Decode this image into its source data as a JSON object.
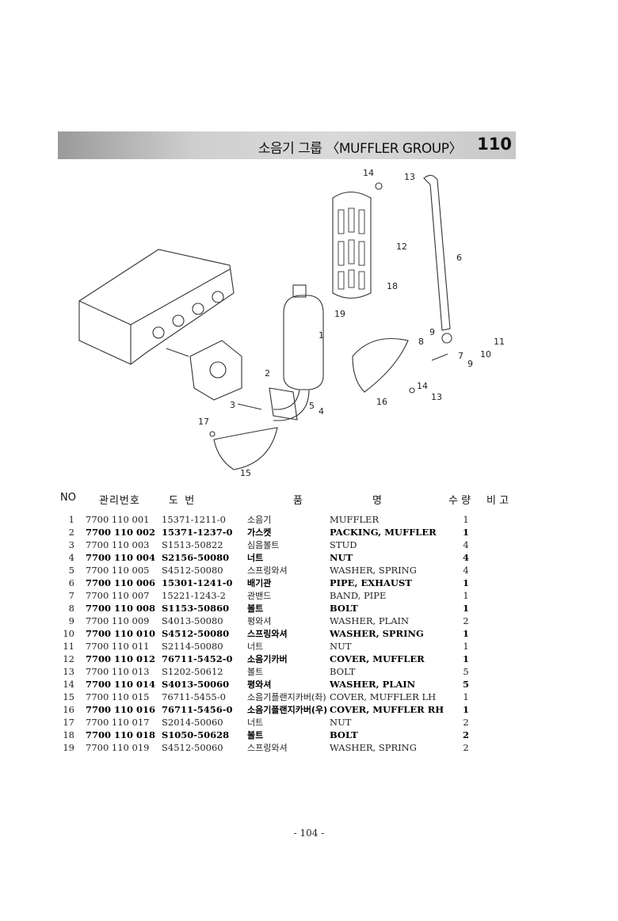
{
  "section": {
    "title": "소음기 그룹 〈MUFFLER GROUP〉",
    "number": "110"
  },
  "diagram": {
    "callouts": [
      "1",
      "2",
      "3",
      "4",
      "5",
      "6",
      "7",
      "8",
      "9",
      "9",
      "10",
      "11",
      "12",
      "13",
      "13",
      "14",
      "14",
      "15",
      "16",
      "17",
      "18",
      "19"
    ]
  },
  "table": {
    "headers": {
      "no": "NO",
      "control_no": "관리번호",
      "part_no": "도  번",
      "name_left": "품",
      "name_right": "명",
      "qty": "수 량",
      "remarks": "비 고"
    },
    "rows": [
      {
        "no": "1",
        "ctrl": "7700 110 001",
        "pn": "15371-1211-0",
        "ko": "소음기",
        "en": "MUFFLER",
        "qty": "1"
      },
      {
        "no": "2",
        "ctrl": "7700 110 002",
        "pn": "15371-1237-0",
        "ko": "가스켓",
        "en": "PACKING, MUFFLER",
        "qty": "1"
      },
      {
        "no": "3",
        "ctrl": "7700 110 003",
        "pn": "S1513-50822",
        "ko": "심음볼트",
        "en": "STUD",
        "qty": "4"
      },
      {
        "no": "4",
        "ctrl": "7700 110 004",
        "pn": "S2156-50080",
        "ko": "너트",
        "en": "NUT",
        "qty": "4"
      },
      {
        "no": "5",
        "ctrl": "7700 110 005",
        "pn": "S4512-50080",
        "ko": "스프링와셔",
        "en": "WASHER, SPRING",
        "qty": "4"
      },
      {
        "no": "6",
        "ctrl": "7700 110 006",
        "pn": "15301-1241-0",
        "ko": "배기관",
        "en": "PIPE, EXHAUST",
        "qty": "1"
      },
      {
        "no": "7",
        "ctrl": "7700 110 007",
        "pn": "15221-1243-2",
        "ko": "관밴드",
        "en": "BAND, PIPE",
        "qty": "1"
      },
      {
        "no": "8",
        "ctrl": "7700 110 008",
        "pn": "S1153-50860",
        "ko": "볼트",
        "en": "BOLT",
        "qty": "1"
      },
      {
        "no": "9",
        "ctrl": "7700 110 009",
        "pn": "S4013-50080",
        "ko": "평와셔",
        "en": "WASHER, PLAIN",
        "qty": "2"
      },
      {
        "no": "10",
        "ctrl": "7700 110 010",
        "pn": "S4512-50080",
        "ko": "스프링와셔",
        "en": "WASHER, SPRING",
        "qty": "1"
      },
      {
        "no": "11",
        "ctrl": "7700 110 011",
        "pn": "S2114-50080",
        "ko": "너트",
        "en": "NUT",
        "qty": "1"
      },
      {
        "no": "12",
        "ctrl": "7700 110 012",
        "pn": "76711-5452-0",
        "ko": "소음기카버",
        "en": "COVER, MUFFLER",
        "qty": "1"
      },
      {
        "no": "13",
        "ctrl": "7700 110 013",
        "pn": "S1202-50612",
        "ko": "볼트",
        "en": "BOLT",
        "qty": "5"
      },
      {
        "no": "14",
        "ctrl": "7700 110 014",
        "pn": "S4013-50060",
        "ko": "평와셔",
        "en": "WASHER, PLAIN",
        "qty": "5"
      },
      {
        "no": "15",
        "ctrl": "7700 110 015",
        "pn": "76711-5455-0",
        "ko": "소음기플랜지카버(좌)",
        "en": "COVER, MUFFLER LH",
        "qty": "1"
      },
      {
        "no": "16",
        "ctrl": "7700 110 016",
        "pn": "76711-5456-0",
        "ko": "소음기플랜지카버(우)",
        "en": "COVER, MUFFLER RH",
        "qty": "1"
      },
      {
        "no": "17",
        "ctrl": "7700 110 017",
        "pn": "S2014-50060",
        "ko": "너트",
        "en": "NUT",
        "qty": "2"
      },
      {
        "no": "18",
        "ctrl": "7700 110 018",
        "pn": "S1050-50628",
        "ko": "볼트",
        "en": "BOLT",
        "qty": "2"
      },
      {
        "no": "19",
        "ctrl": "7700 110 019",
        "pn": "S4512-50060",
        "ko": "스프링와셔",
        "en": "WASHER, SPRING",
        "qty": "2"
      }
    ]
  },
  "footer": {
    "page": "- 104 -"
  }
}
